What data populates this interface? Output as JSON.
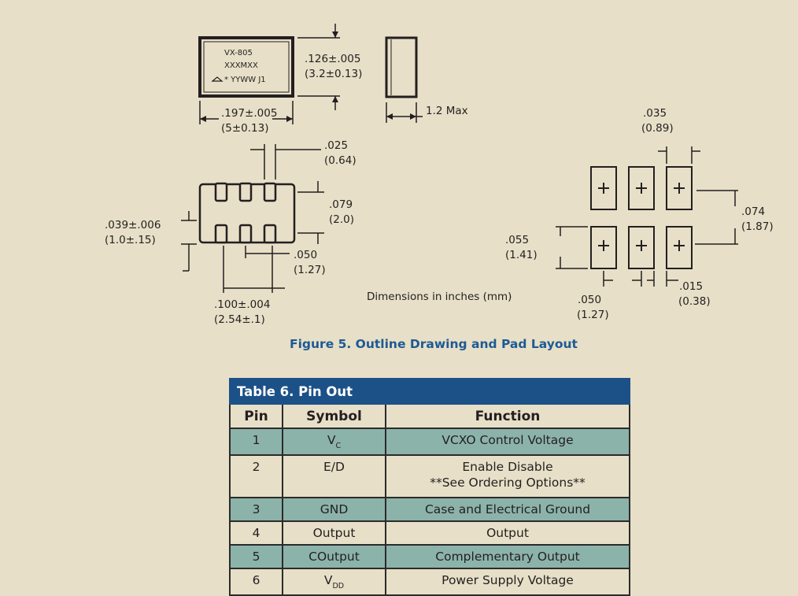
{
  "figure": {
    "marking": {
      "line1": "VX-805",
      "line2": "XXXMXX",
      "line3": "* YYWW J1"
    },
    "dims": {
      "height_in": ".126±.005",
      "height_mm": "(3.2±0.13)",
      "width_in": ".197±.005",
      "width_mm": "(5±0.13)",
      "side_max": "1.2 Max",
      "pad_w_in": ".025",
      "pad_w_mm": "(0.64)",
      "pad_h_in": ".079",
      "pad_h_mm": "(2.0)",
      "edge_in": ".039±.006",
      "edge_mm": "(1.0±.15)",
      "pitch_in": ".050",
      "pitch_mm": "(1.27)",
      "span_in": ".100±.004",
      "span_mm": "(2.54±.1)",
      "land_w_in": ".035",
      "land_w_mm": "(0.89)",
      "land_h_in": ".074",
      "land_h_mm": "(1.87)",
      "row_gap_in": ".055",
      "row_gap_mm": "(1.41)",
      "land_pitch_in": ".050",
      "land_pitch_mm": "(1.27)",
      "land_gap_in": ".015",
      "land_gap_mm": "(0.38)",
      "units_note": "Dimensions in inches (mm)"
    },
    "caption": "Figure 5.  Outline Drawing and Pad Layout"
  },
  "table": {
    "title": "Table 6. Pin Out",
    "headers": {
      "pin": "Pin",
      "symbol": "Symbol",
      "function": "Function"
    },
    "rows": [
      {
        "pin": "1",
        "symbol": "V",
        "symbol_sub": "C",
        "function": "VCXO Control Voltage",
        "function2": ""
      },
      {
        "pin": "2",
        "symbol": "E/D",
        "symbol_sub": "",
        "function": "Enable Disable",
        "function2": "**See Ordering Options**"
      },
      {
        "pin": "3",
        "symbol": "GND",
        "symbol_sub": "",
        "function": "Case and Electrical Ground",
        "function2": ""
      },
      {
        "pin": "4",
        "symbol": "Output",
        "symbol_sub": "",
        "function": "Output",
        "function2": ""
      },
      {
        "pin": "5",
        "symbol": "COutput",
        "symbol_sub": "",
        "function": "Complementary Output",
        "function2": ""
      },
      {
        "pin": "6",
        "symbol": "V",
        "symbol_sub": "DD",
        "function": "Power Supply Voltage",
        "function2": ""
      }
    ]
  }
}
